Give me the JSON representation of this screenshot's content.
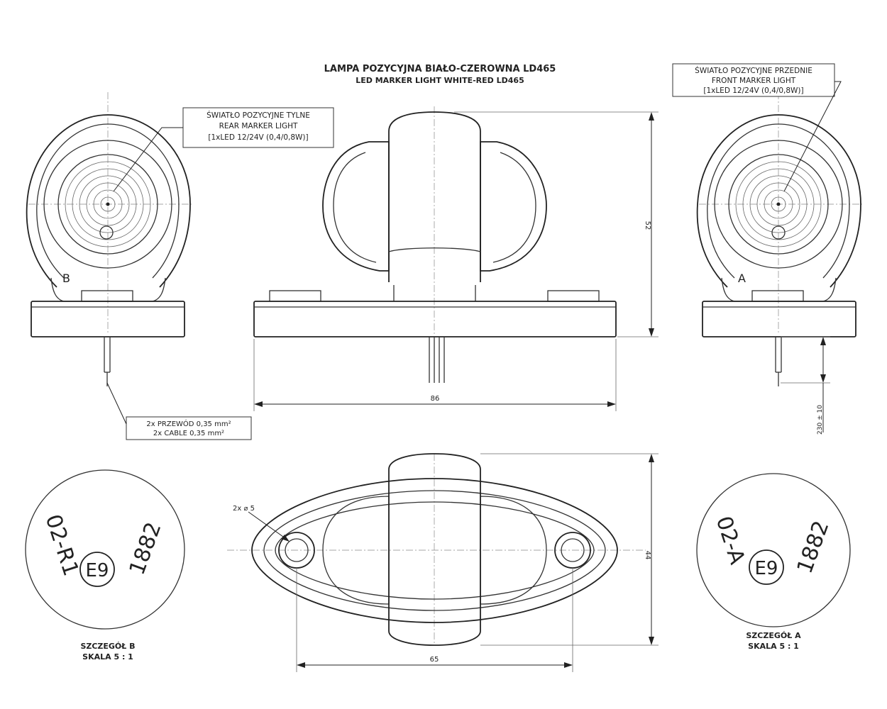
{
  "title": {
    "pl": "LAMPA POZYCYJNA BIAŁO-CZEROWNA LD465",
    "en": "LED MARKER LIGHT WHITE-RED LD465"
  },
  "rear_label": {
    "line1": "ŚWIATŁO POZYCYJNE TYLNE",
    "line2": "REAR MARKER LIGHT",
    "line3": "[1xLED 12/24V (0,4/0,8W)]"
  },
  "front_label": {
    "line1": "ŚWIATŁO POZYCYJNE PRZEDNIE",
    "line2": "FRONT MARKER LIGHT",
    "line3": "[1xLED 12/24V (0,4/0,8W)]"
  },
  "cable_label": {
    "line1": "2x PRZEWÓD 0,35 mm²",
    "line2": "2x CABLE 0,35 mm²"
  },
  "dimensions": {
    "height": "52",
    "width": "86",
    "base_width": "65",
    "depth": "44",
    "cable_length": "230 ± 10",
    "holes": "2x ⌀ 5"
  },
  "view_letters": {
    "b": "B",
    "a": "A"
  },
  "detail_b": {
    "code": "02-R1",
    "mark": "E9",
    "approval": "1882",
    "name": "SZCZEGÓŁ B",
    "scale": "SKALA 5 : 1"
  },
  "detail_a": {
    "code": "02-A",
    "mark": "E9",
    "approval": "1882",
    "name": "SZCZEGÓŁ A",
    "scale": "SKALA 5 : 1"
  }
}
